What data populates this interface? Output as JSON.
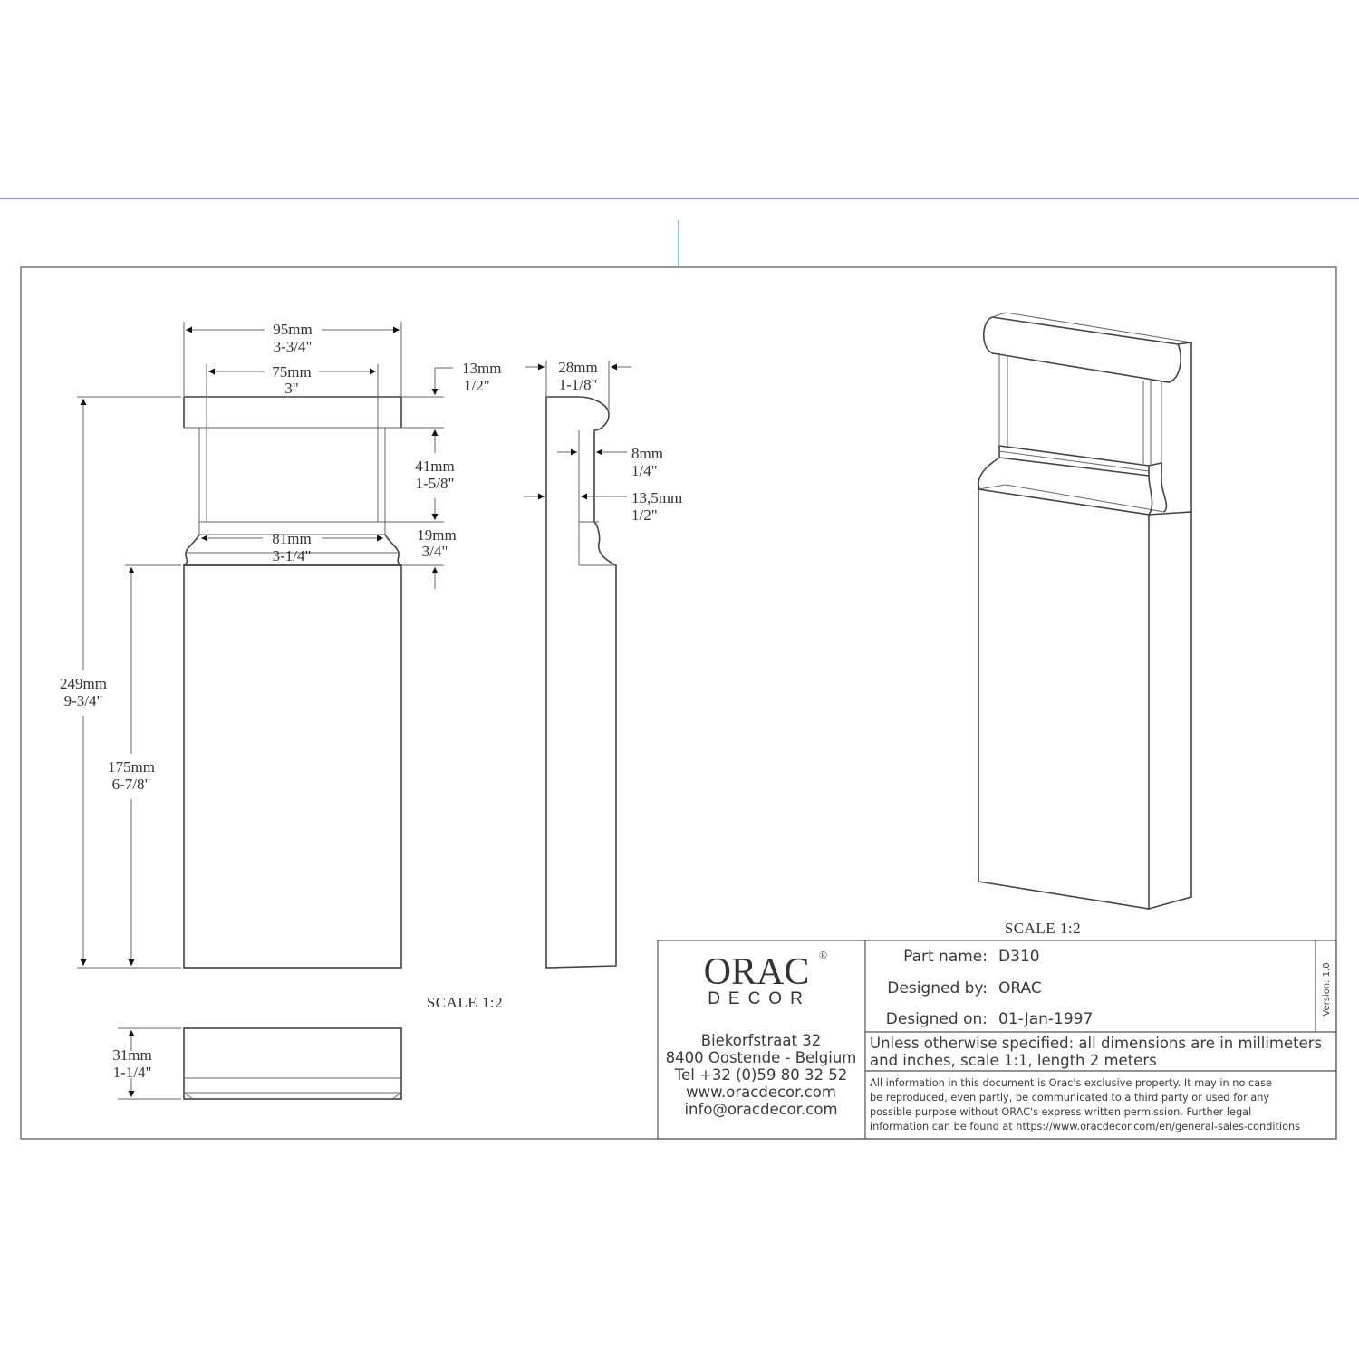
{
  "views": {
    "front": {
      "dims": {
        "overall_width": {
          "mm": "95mm",
          "inch": "3-3/4\""
        },
        "inner_width": {
          "mm": "75mm",
          "inch": "3\""
        },
        "top_band": {
          "mm": "13mm",
          "inch": "1/2\""
        },
        "opening": {
          "mm": "41mm",
          "inch": "1-5/8\""
        },
        "capital_width": {
          "mm": "81mm",
          "inch": "3-1/4\""
        },
        "capital_height": {
          "mm": "19mm",
          "inch": "3/4\""
        },
        "overall_height": {
          "mm": "249mm",
          "inch": "9-3/4\""
        },
        "base_height": {
          "mm": "175mm",
          "inch": "6-7/8\""
        }
      },
      "scale_label": "SCALE  1:2"
    },
    "side": {
      "dims": {
        "depth": {
          "mm": "28mm",
          "inch": "1-1/8\""
        },
        "upper_depth": {
          "mm": "8mm",
          "inch": "1/4\""
        },
        "lower_depth": {
          "mm": "13,5mm",
          "inch": "1/2\""
        }
      }
    },
    "bottom": {
      "dims": {
        "thickness": {
          "mm": "31mm",
          "inch": "1-1/4\""
        }
      }
    },
    "iso": {
      "scale_label": "SCALE  1:2"
    }
  },
  "title_block": {
    "logo": {
      "main": "ORAC",
      "registered": "®",
      "sub": "DECOR"
    },
    "address": [
      "Biekorfstraat 32",
      "8400 Oostende - Belgium",
      "Tel  +32 (0)59 80 32 52",
      "www.oracdecor.com",
      "info@oracdecor.com"
    ],
    "fields": [
      {
        "label": "Part name:",
        "value": "D310"
      },
      {
        "label": "Designed by:",
        "value": "ORAC"
      },
      {
        "label": "Designed on:",
        "value": "01-Jan-1997"
      }
    ],
    "version": "Version: 1.0",
    "spec_note": [
      "Unless otherwise specified: all dimensions are in millimeters",
      "and inches, scale 1:1, length 2 meters"
    ],
    "legal": [
      "All information in this document is Orac's exclusive property.  It may in no case",
      "be reproduced, even partly, be communicated to a third party or used for any",
      "possible purpose without ORAC's express written permission. Further legal",
      "information can be found at https://www.oracdecor.com/en/general-sales-conditions"
    ]
  },
  "colors": {
    "guide_line": "#3b45c9",
    "center_mark": "#4a90d9",
    "line": "#555555"
  }
}
